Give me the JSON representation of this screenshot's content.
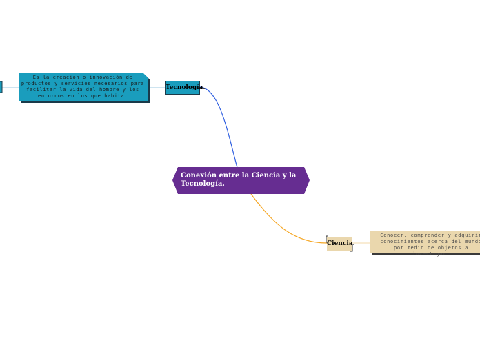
{
  "central": {
    "label": "Conexión entre la Ciencia y la Tecnología.",
    "color": "#662d91"
  },
  "tecnologia": {
    "label": "Tecnología.",
    "description": "Es la creación o innovación de productos y servicios necesarios para facilitar la vida del hombre y los entornos en los que habita.",
    "color": "#1a9dbd",
    "link_color": "#2f5fe0"
  },
  "ciencia": {
    "label": "Ciencia.",
    "description": "Conocer, comprender y adquirir conocimientos acerca del mundo por medio de objetos a investigar.",
    "color": "#ead7ad",
    "link_color": "#f5a623"
  }
}
